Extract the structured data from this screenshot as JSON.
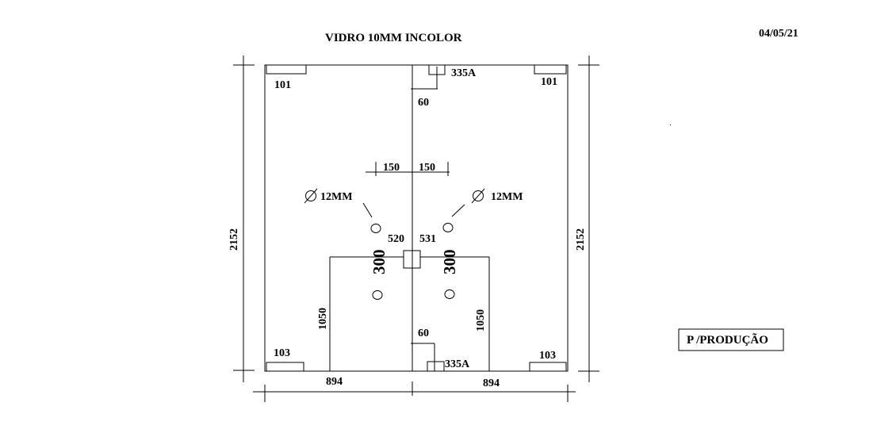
{
  "header": {
    "title": "VIDRO 10MM INCOLOR",
    "date": "04/05/21"
  },
  "dimensions": {
    "total_height_left": "2152",
    "total_height_right": "2152",
    "bottom_left_width": "894",
    "bottom_right_width": "894",
    "top_gap": "60",
    "bottom_gap": "60",
    "handle_offset_left": "150",
    "handle_offset_right": "150",
    "handle_height_left": "520",
    "handle_height_right": "531",
    "handle_spacing_left": "300",
    "handle_spacing_right": "300",
    "cutout_height_left": "1050",
    "cutout_height_right": "1050"
  },
  "hardware": {
    "top_left": "101",
    "top_right": "101",
    "top_center": "335A",
    "bottom_left": "103",
    "bottom_right": "103",
    "bottom_center": "335A"
  },
  "holes": {
    "left_label": "12MM",
    "right_label": "12MM"
  },
  "stamp": {
    "label": "P /PRODUÇÃO"
  }
}
